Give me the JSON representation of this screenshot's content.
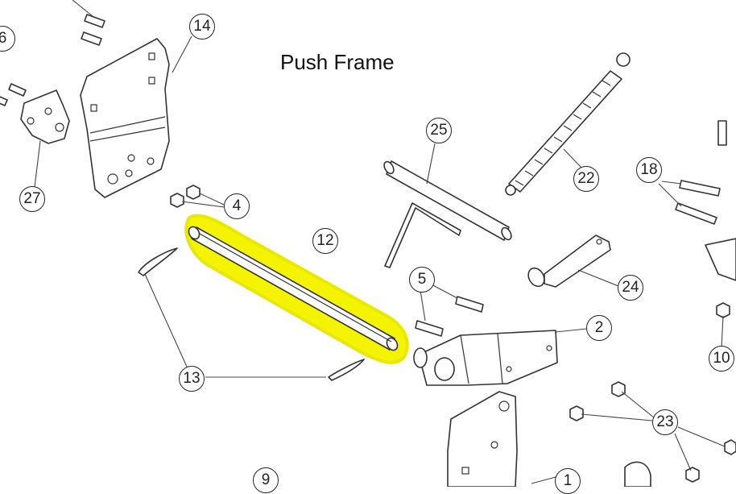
{
  "title": "Push Frame",
  "callouts": [
    "14",
    "27",
    "4",
    "12",
    "13",
    "25",
    "22",
    "18",
    "5",
    "2",
    "24",
    "10",
    "23",
    "1",
    "9",
    "6"
  ],
  "highlight_color": "#f4f400"
}
